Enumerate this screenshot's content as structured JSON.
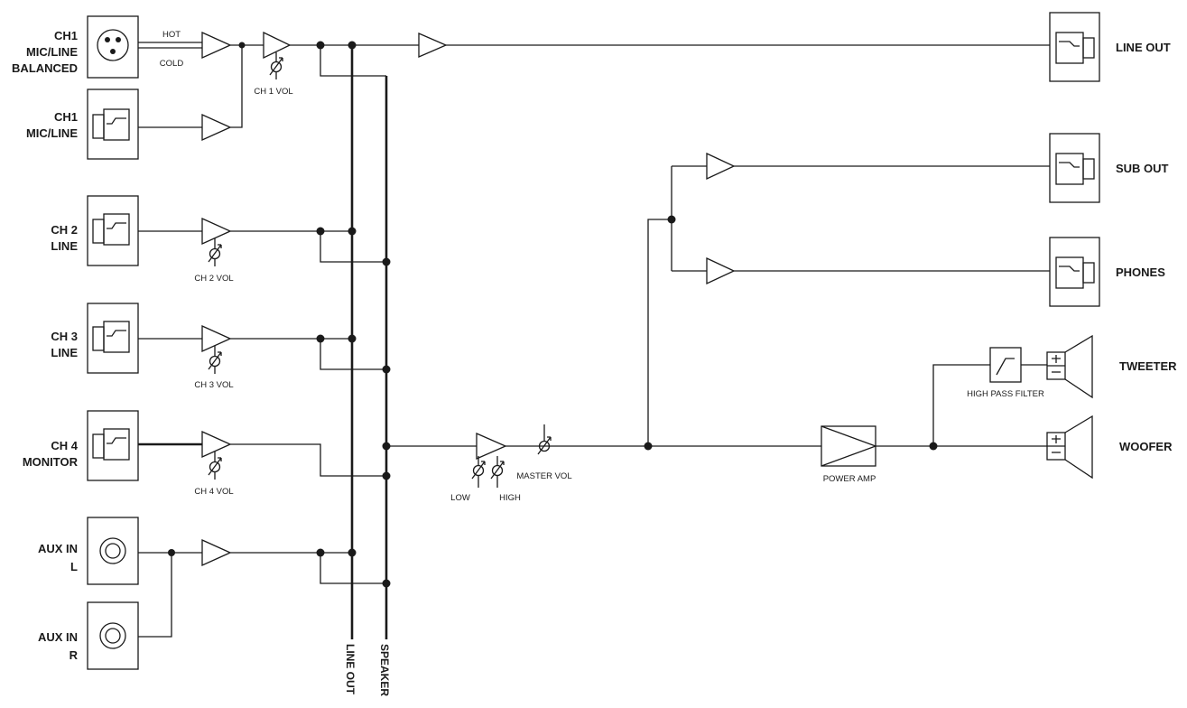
{
  "inputs": {
    "ch1_xlr": [
      "CH1",
      "MIC/LINE",
      "BALANCED"
    ],
    "ch1_jack": [
      "CH1",
      "MIC/LINE"
    ],
    "ch2": [
      "CH 2",
      "LINE"
    ],
    "ch3": [
      "CH 3",
      "LINE"
    ],
    "ch4": [
      "CH 4",
      "MONITOR"
    ],
    "aux_l": [
      "AUX IN",
      "L"
    ],
    "aux_r": [
      "AUX IN",
      "R"
    ]
  },
  "wire_labels": {
    "hot": "HOT",
    "cold": "COLD"
  },
  "controls": {
    "ch1_vol": "CH 1 VOL",
    "ch2_vol": "CH 2 VOL",
    "ch3_vol": "CH 3 VOL",
    "ch4_vol": "CH 4 VOL",
    "low": "LOW",
    "high": "HIGH",
    "master_vol": "MASTER VOL"
  },
  "buses": {
    "line_out": "LINE OUT",
    "speaker": "SPEAKER"
  },
  "blocks": {
    "power_amp": "POWER AMP",
    "high_pass_filter": "HIGH PASS FILTER"
  },
  "outputs": {
    "line_out": "LINE OUT",
    "sub_out": "SUB OUT",
    "phones": "PHONES",
    "tweeter": "TWEETER",
    "woofer": "WOOFER"
  }
}
